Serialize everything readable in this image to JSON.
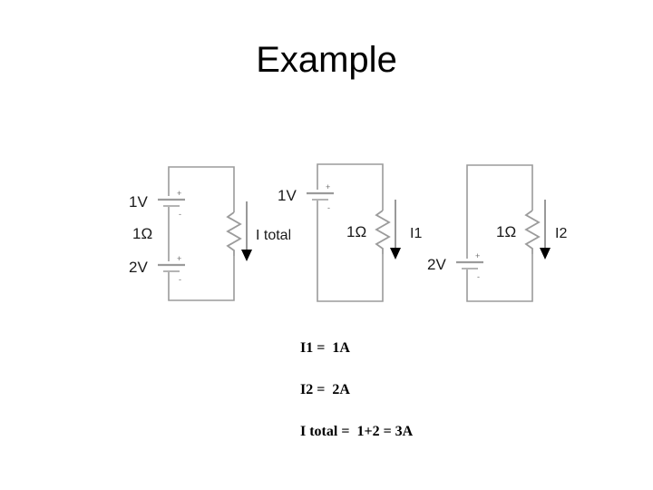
{
  "slide": {
    "title": "Example",
    "background_color": "#ffffff"
  },
  "style": {
    "wire_color": "#9b9b9b",
    "label_color": "#1a1a1a",
    "arrow_color": "#808080",
    "arrow_head_color": "#000000",
    "title_color": "#000000",
    "results_color": "#000000"
  },
  "circuits": [
    {
      "name": "total-current-circuit",
      "sources": [
        {
          "label": "1V",
          "polarity_plus": "+",
          "polarity_minus": "-",
          "position": "upper-left"
        },
        {
          "label": "2V",
          "polarity_plus": "+",
          "polarity_minus": "-",
          "position": "lower-left"
        }
      ],
      "resistor": {
        "label": "1Ω"
      },
      "current": {
        "label": "I total",
        "direction": "down"
      }
    },
    {
      "name": "i1-circuit",
      "sources": [
        {
          "label": "1V",
          "polarity_plus": "+",
          "polarity_minus": "-",
          "position": "upper-left"
        }
      ],
      "resistor": {
        "label": "1Ω"
      },
      "current": {
        "label": "I1",
        "direction": "down"
      }
    },
    {
      "name": "i2-circuit",
      "sources": [
        {
          "label": "2V",
          "polarity_plus": "+",
          "polarity_minus": "-",
          "position": "lower-left"
        }
      ],
      "resistor": {
        "label": "1Ω"
      },
      "current": {
        "label": "I2",
        "direction": "down"
      }
    }
  ],
  "results": [
    "I1 =  1A",
    "I2 =  2A",
    "I total =  1+2 = 3A"
  ]
}
